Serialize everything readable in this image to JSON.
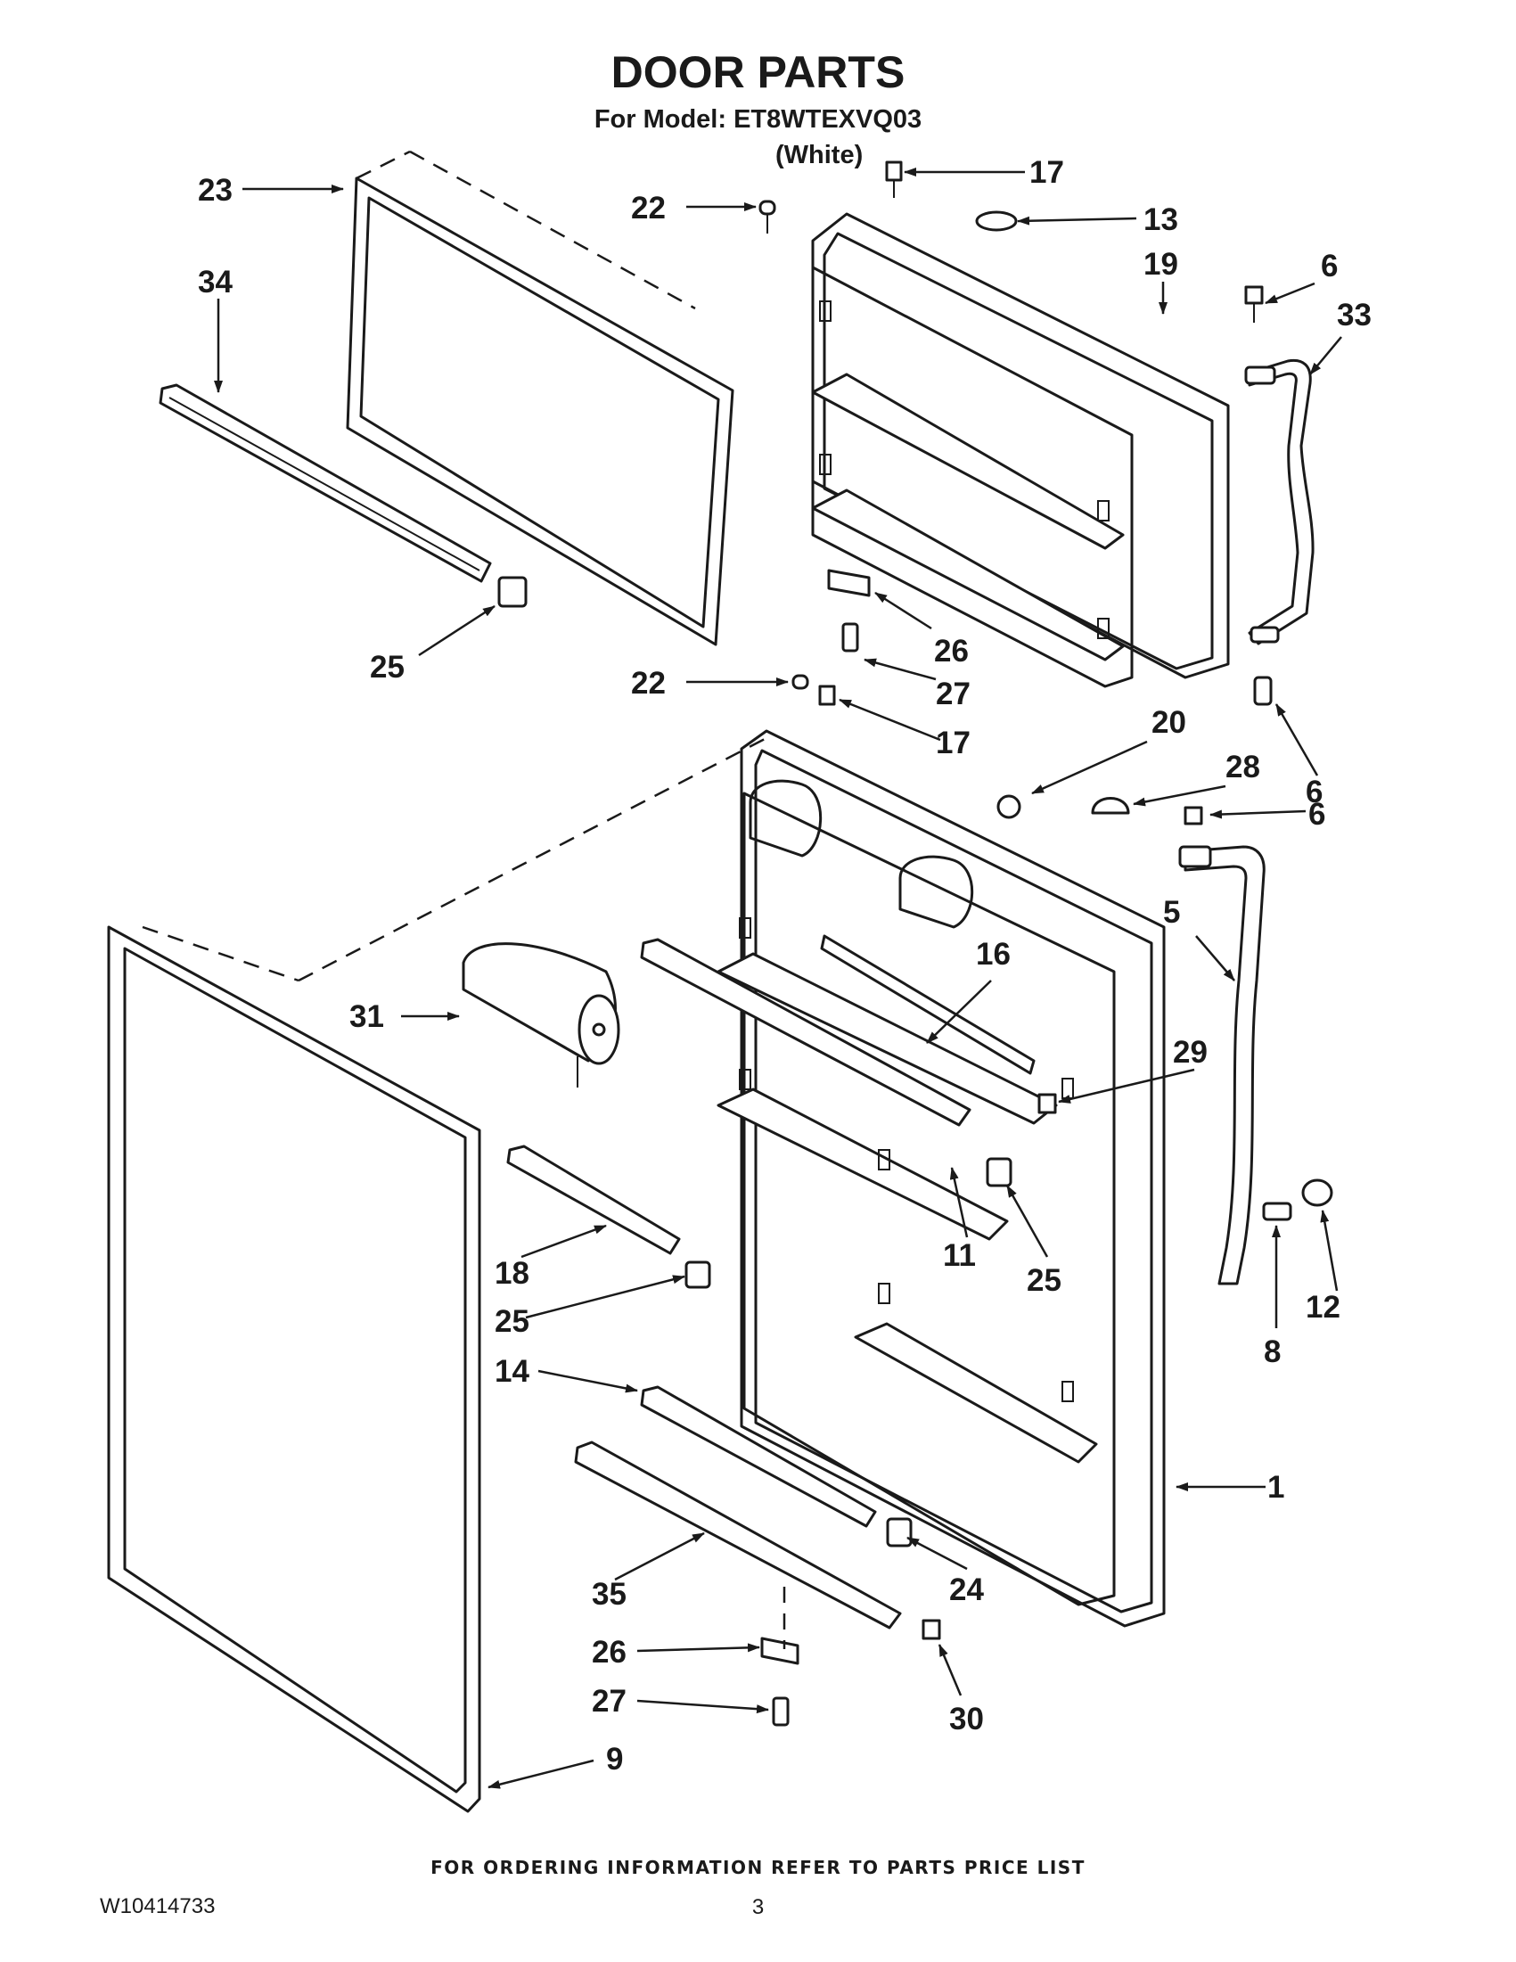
{
  "title": "DOOR PARTS",
  "model_line": "For Model: ET8WTEXVQ03",
  "variant": "(White)",
  "footer_note": "FOR ORDERING INFORMATION REFER TO PARTS PRICE LIST",
  "doc_number": "W10414733",
  "page_number": "3",
  "callouts": [
    "23",
    "34",
    "25",
    "22",
    "17",
    "13",
    "19",
    "6",
    "33",
    "26",
    "27",
    "22",
    "17",
    "20",
    "28",
    "6",
    "6",
    "5",
    "16",
    "31",
    "29",
    "18",
    "11",
    "25",
    "25",
    "8",
    "12",
    "14",
    "1",
    "24",
    "35",
    "26",
    "27",
    "30",
    "9"
  ]
}
